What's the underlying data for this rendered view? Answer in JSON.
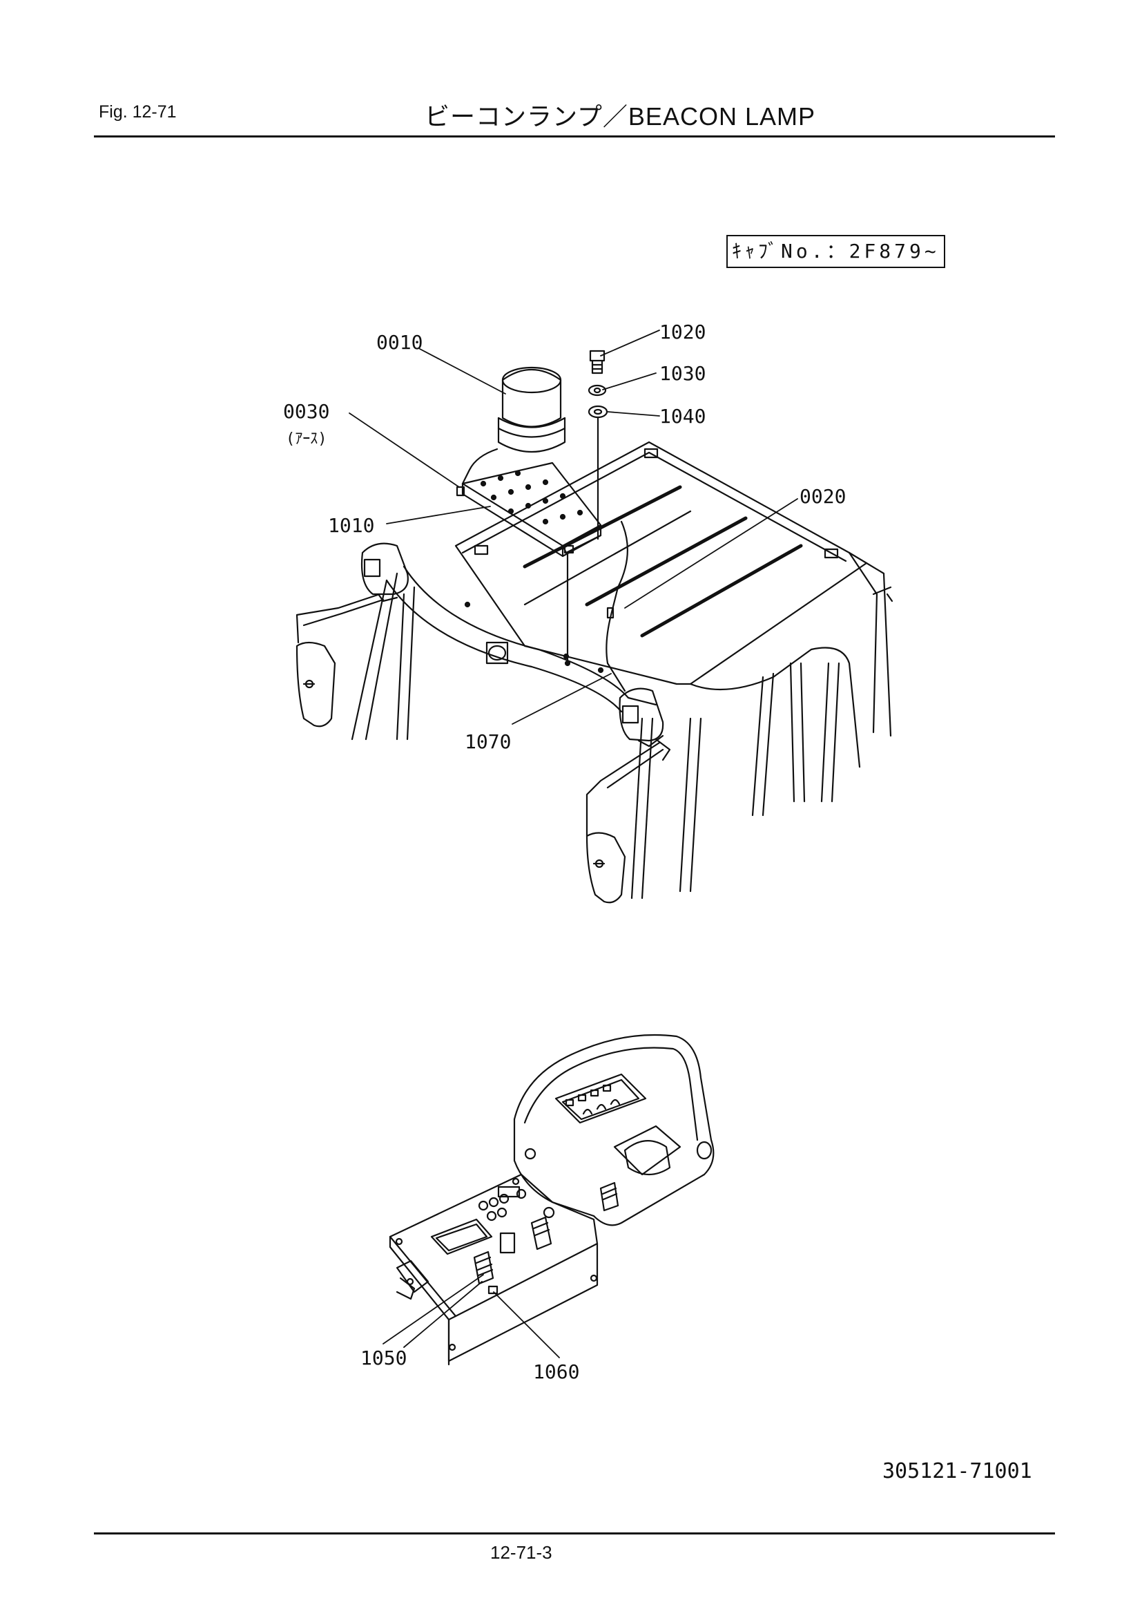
{
  "header": {
    "fig_label": "Fig.  12-71",
    "title": "ビーコンランプ／BEACON  LAMP"
  },
  "cab_note": "ｷｬﾌﾞNo.：2F879~",
  "callouts": [
    {
      "id": "0010",
      "label": "0010"
    },
    {
      "id": "0030",
      "label": "0030",
      "sub": "(ｱｰｽ)"
    },
    {
      "id": "1010",
      "label": "1010"
    },
    {
      "id": "1020",
      "label": "1020"
    },
    {
      "id": "1030",
      "label": "1030"
    },
    {
      "id": "1040",
      "label": "1040"
    },
    {
      "id": "0020",
      "label": "0020"
    },
    {
      "id": "1070",
      "label": "1070"
    },
    {
      "id": "1050",
      "label": "1050"
    },
    {
      "id": "1060",
      "label": "1060"
    }
  ],
  "footer": {
    "doc_number": "305121-71001",
    "page_number": "12-71-3"
  }
}
